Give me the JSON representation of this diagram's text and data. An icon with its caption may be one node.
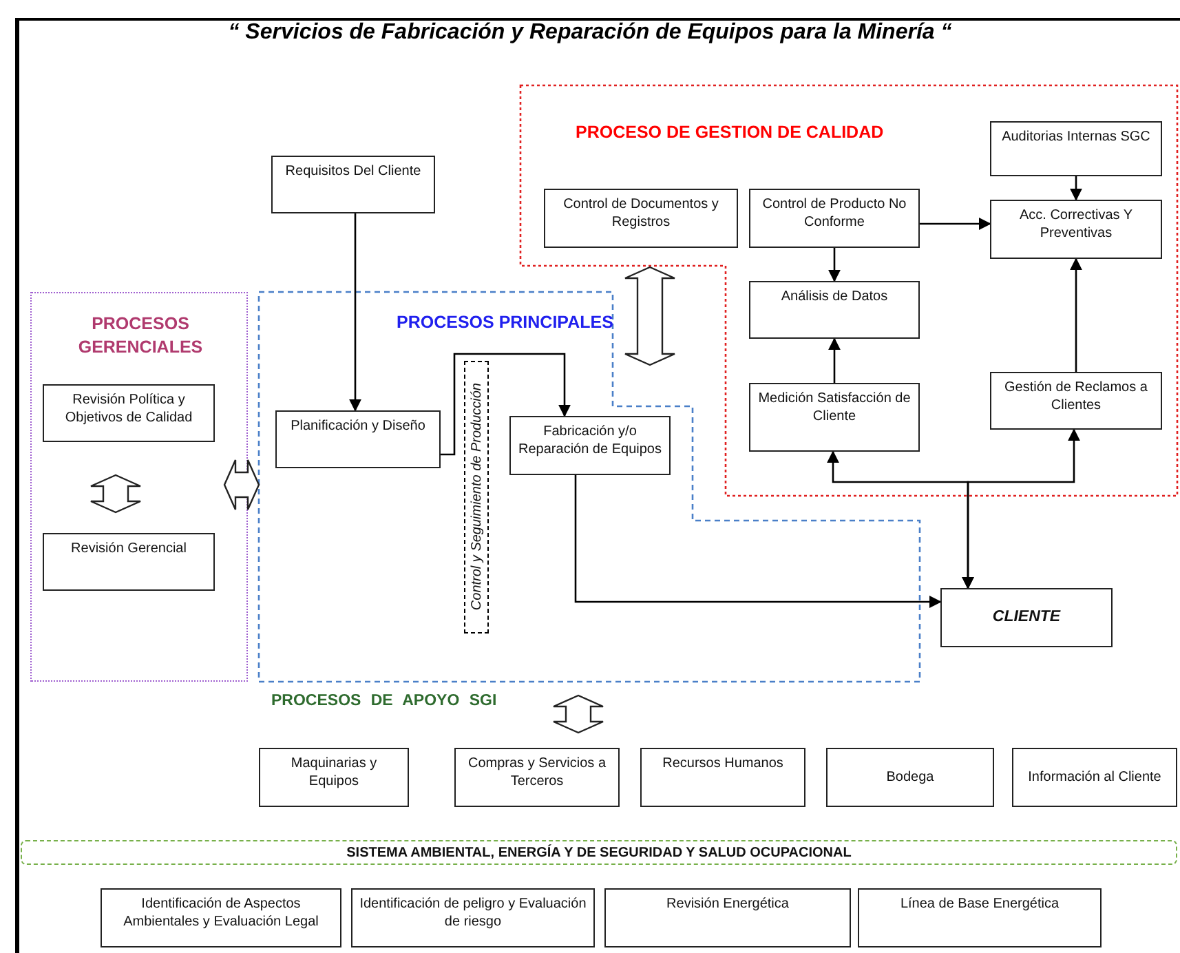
{
  "diagram": {
    "title": "“ Servicios de Fabricación y Reparación de Equipos para la Minería “",
    "nodes": [
      {
        "text": [
          "PROCESO DE GESTION DE CALIDAD"
        ]
      },
      {
        "text": [
          "Control de Documentos y Registros"
        ],
        "in": 0
      },
      {
        "text": [
          "Control de Producto No Conforme"
        ],
        "in": 0
      },
      {
        "text": [
          "Auditorias Internas SGC"
        ],
        "in": 0
      },
      {
        "text": [
          "Acc. Correctivas Y Preventivas"
        ],
        "in": 0
      },
      {
        "text": [
          "Análisis de Datos"
        ],
        "in": 0
      },
      {
        "text": [
          "Medición Satisfacción de Cliente"
        ],
        "in": 0
      },
      {
        "text": [
          "Gestión de Reclamos a Clientes"
        ],
        "in": 0
      },
      {
        "text": [
          "Requisitos Del Cliente"
        ]
      },
      {
        "text": [
          "PROCESOS GERENCIALES"
        ]
      },
      {
        "text": [
          "Revisión Política y Objetivos de Calidad"
        ],
        "in": 9
      },
      {
        "text": [
          "Revisión Gerencial"
        ],
        "in": 9
      },
      {
        "text": [
          "PROCESOS PRINCIPALES"
        ]
      },
      {
        "text": [
          "Planificación y Diseño"
        ],
        "in": 12
      },
      {
        "text": [
          "Control y Seguimiento de Producción"
        ],
        "in": 12
      },
      {
        "text": [
          "Fabricación y/o Reparación de Equipos"
        ],
        "in": 12
      },
      {
        "text": [
          "CLIENTE"
        ]
      },
      {
        "text": [
          "Maquinarias y Equipos"
        ]
      },
      {
        "text": [
          "Compras y Servicios a Terceros"
        ]
      },
      {
        "text": [
          "Recursos Humanos"
        ]
      },
      {
        "text": [
          "Bodega"
        ]
      },
      {
        "text": [
          "Información al Cliente"
        ]
      },
      {
        "text": [
          "SISTEMA AMBIENTAL, ENERGÍA Y DE SEGURIDAD Y SALUD OCUPACIONAL"
        ]
      },
      {
        "text": [
          "Identificación de Aspectos Ambientales y Evaluación Legal"
        ]
      },
      {
        "text": [
          "Identificación de peligro y Evaluación de riesgo"
        ]
      },
      {
        "text": [
          "Revisión Energética"
        ]
      },
      {
        "text": [
          "Línea de Base Energética"
        ]
      }
    ],
    "edges": [
      {
        "from": 8,
        "to": 13,
        "arrow": "to"
      },
      {
        "from": 13,
        "to": 15,
        "arrow": "to"
      },
      {
        "from": 15,
        "to": 16,
        "arrow": "to"
      },
      {
        "from": 2,
        "to": 4,
        "arrow": "to"
      },
      {
        "from": 2,
        "to": 5,
        "arrow": "to"
      },
      {
        "from": 3,
        "to": 4,
        "arrow": "to"
      },
      {
        "from": 6,
        "to": 5,
        "arrow": "to"
      },
      {
        "from": 7,
        "to": 4,
        "arrow": "to"
      },
      {
        "from": 16,
        "to": 6,
        "arrow": "both"
      },
      {
        "from": 16,
        "to": 7,
        "arrow": "both"
      },
      {
        "from": 10,
        "to": 11,
        "arrow": "both",
        "style": "thick"
      },
      {
        "from": 9,
        "to": 12,
        "arrow": "both",
        "style": "thick"
      },
      {
        "from": 0,
        "to": 12,
        "arrow": "both",
        "style": "thick"
      },
      {
        "from": 12,
        "to": 18,
        "arrow": "both",
        "style": "thick"
      }
    ],
    "labels": [
      "PROCESOS DE APOYO SGI"
    ]
  }
}
